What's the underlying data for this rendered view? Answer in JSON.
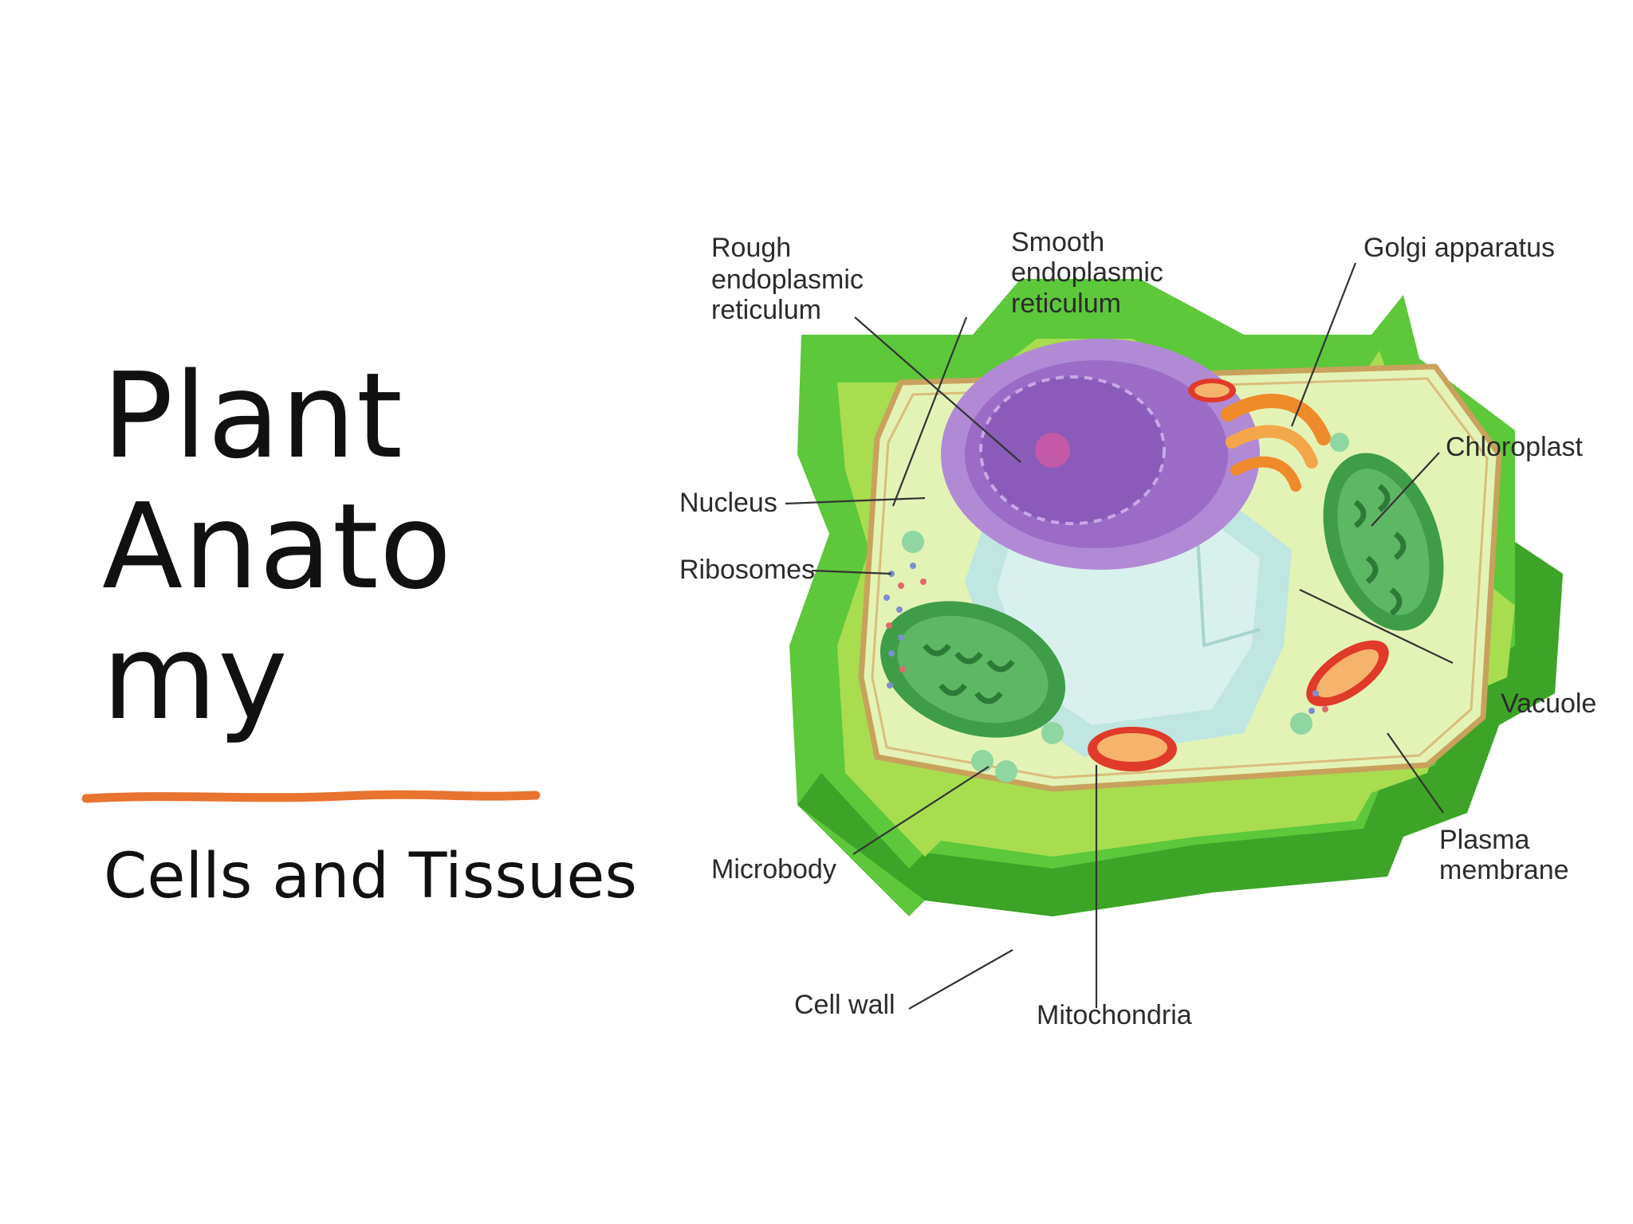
{
  "slide": {
    "title_lines": [
      "Plant",
      "Anato",
      "my"
    ],
    "subtitle": "Cells and Tissues",
    "accent_color": "#e8742f"
  },
  "diagram": {
    "labels": {
      "rough_er": [
        "Rough",
        "endoplasmic",
        "reticulum"
      ],
      "smooth_er": [
        "Smooth",
        "endoplasmic",
        "reticulum"
      ],
      "golgi": "Golgi apparatus",
      "chloroplast": "Chloroplast",
      "nucleus": "Nucleus",
      "ribosomes": "Ribosomes",
      "vacuole": "Vacuole",
      "plasma_membrane": [
        "Plasma",
        "membrane"
      ],
      "microbody": "Microbody",
      "cell_wall": "Cell wall",
      "mitochondria": "Mitochondria"
    },
    "colors": {
      "cell_wall": "#5cc83a",
      "cell_wall_dark": "#3da428",
      "cytoplasm": "#e3f3b6",
      "membrane": "#c8a25c",
      "nucleus": "#9a6cc6",
      "vacuole": "#bfe6e0",
      "chloroplast": "#3f9d48",
      "mitochondria": "#e03a2a",
      "golgi": "#ef8a2a",
      "microbody": "#8fd6a0"
    }
  }
}
